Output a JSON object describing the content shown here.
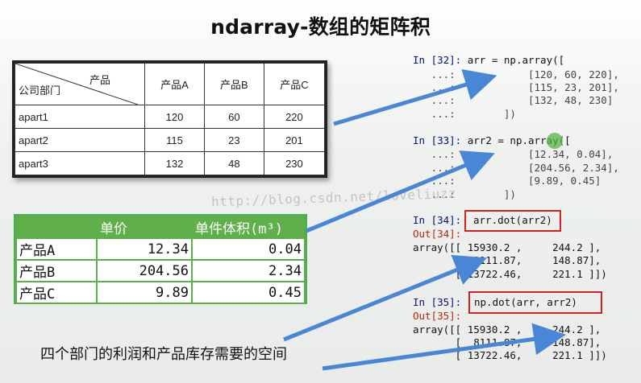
{
  "title": "ndarray-数组的矩阵积",
  "table1": {
    "header_top_right": "产品",
    "header_bottom_left": "公司部门",
    "columns": [
      "产品A",
      "产品B",
      "产品C"
    ],
    "rows": [
      {
        "name": "apart1",
        "values": [
          "120",
          "60",
          "220"
        ]
      },
      {
        "name": "apart2",
        "values": [
          "115",
          "23",
          "201"
        ]
      },
      {
        "name": "apart3",
        "values": [
          "132",
          "48",
          "230"
        ]
      }
    ]
  },
  "table2": {
    "columns": [
      "",
      "单价",
      "单件体积(m³)"
    ],
    "rows": [
      {
        "name": "产品A",
        "values": [
          "12.34",
          "0.04"
        ]
      },
      {
        "name": "产品B",
        "values": [
          "204.56",
          "2.34"
        ]
      },
      {
        "name": "产品C",
        "values": [
          "9.89",
          "0.45"
        ]
      }
    ]
  },
  "code": {
    "in32_prompt": "In [32]:",
    "in32_line1": " arr = np.array([",
    "in32_cont": [
      "   ...:            [120, 60, 220],",
      "   ...:            [115, 23, 201],",
      "   ...:            [132, 48, 230]",
      "   ...:        ])"
    ],
    "in33_prompt": "In [33]:",
    "in33_line1": " arr2 = np.array([",
    "in33_cont": [
      "   ...:            [12.34, 0.04],",
      "   ...:            [204.56, 2.34],",
      "   ...:            [9.89, 0.45]",
      "   ...:        ])"
    ],
    "in34_prompt": "In [34]:",
    "in34_code": "arr.dot(arr2)",
    "out34_prompt": "Out[34]:",
    "out34_lines": [
      "array([[ 15930.2 ,     244.2 ],",
      "       [  8111.87,     148.87],",
      "       [ 13722.46,     221.1 ]])"
    ],
    "in35_prompt": "In [35]:",
    "in35_code": "np.dot(arr, arr2)",
    "out35_prompt": "Out[35]:",
    "out35_lines": [
      "array([[ 15930.2 ,     244.2 ],",
      "       [  8111.87,     148.87],",
      "       [ 13722.46,     221.1 ]])"
    ]
  },
  "caption": "四个部门的利润和产品库存需要的空间",
  "watermark": "http://blog.csdn.net/loveliuzz",
  "colors": {
    "arrow": "#4a86d6",
    "green_header": "#5fb04b",
    "red_box": "#d62020",
    "in_prompt": "#00107a",
    "out_prompt": "#b8250b"
  }
}
